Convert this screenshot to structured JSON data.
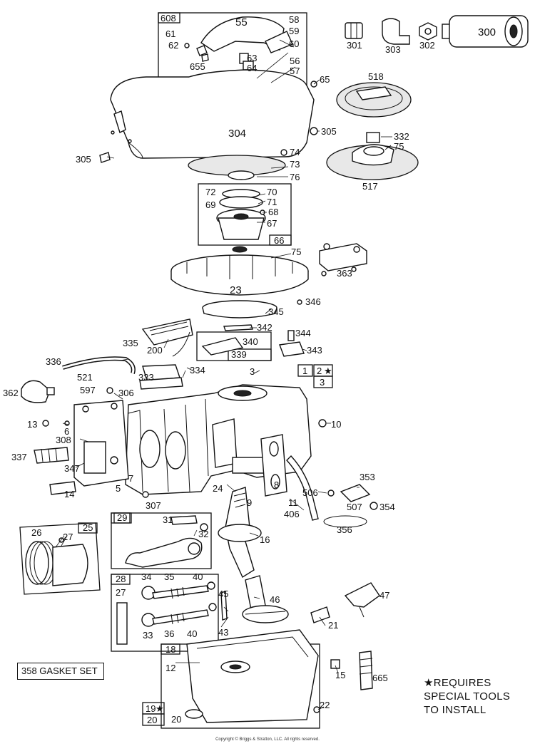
{
  "parts": {
    "p608": "608",
    "p55": "55",
    "p58": "58",
    "p59": "59",
    "p60": "60",
    "p61": "61",
    "p62": "62",
    "p655": "655",
    "p63": "63",
    "p64": "64",
    "p56": "56",
    "p57": "57",
    "p65": "65",
    "p301": "301",
    "p303": "303",
    "p302": "302",
    "p300": "300",
    "p518": "518",
    "p304": "304",
    "p305a": "305",
    "p305b": "305",
    "p332": "332",
    "p75a": "75",
    "p517": "517",
    "p74": "74",
    "p73": "73",
    "p76": "76",
    "p72": "72",
    "p70": "70",
    "p71": "71",
    "p69": "69",
    "p68": "68",
    "p67": "67",
    "p66": "66",
    "p75b": "75",
    "p23": "23",
    "p363": "363",
    "p346": "346",
    "p345": "345",
    "p342": "342",
    "p344": "344",
    "p335": "335",
    "p200": "200",
    "p340": "340",
    "p339": "339",
    "p343": "343",
    "p336": "336",
    "p521": "521",
    "p333": "333",
    "p334": "334",
    "p3a": "3",
    "p1": "1",
    "p2": "2",
    "p3b": "3",
    "p362": "362",
    "p597": "597",
    "p306": "306",
    "p13": "13",
    "p6": "6",
    "p10": "10",
    "p308": "308",
    "p337": "337",
    "p347": "347",
    "p7": "7",
    "p5": "5",
    "p14": "14",
    "p307": "307",
    "p8": "8",
    "p24": "24",
    "p9": "9",
    "p11": "11",
    "p506": "506",
    "p353": "353",
    "p406": "406",
    "p507": "507",
    "p354": "354",
    "p356": "356",
    "p29": "29",
    "p31": "31",
    "p32": "32",
    "p26": "26",
    "p27a": "27",
    "p25": "25",
    "p16": "16",
    "p28": "28",
    "p34": "34",
    "p35": "35",
    "p40a": "40",
    "p27b": "27",
    "p45": "45",
    "p46": "46",
    "p47": "47",
    "p33": "33",
    "p36": "36",
    "p40b": "40",
    "p43": "43",
    "p21": "21",
    "p18": "18",
    "p12": "12",
    "p15": "15",
    "p665": "665",
    "p19": "19",
    "p20a": "20",
    "p20b": "20",
    "p22": "22"
  },
  "gasket_set": "358 GASKET SET",
  "special_tools_note": [
    "★REQUIRES",
    "SPECIAL TOOLS",
    "TO INSTALL"
  ],
  "copyright": "Copyright © Briggs & Stratton, LLC. All rights reserved."
}
